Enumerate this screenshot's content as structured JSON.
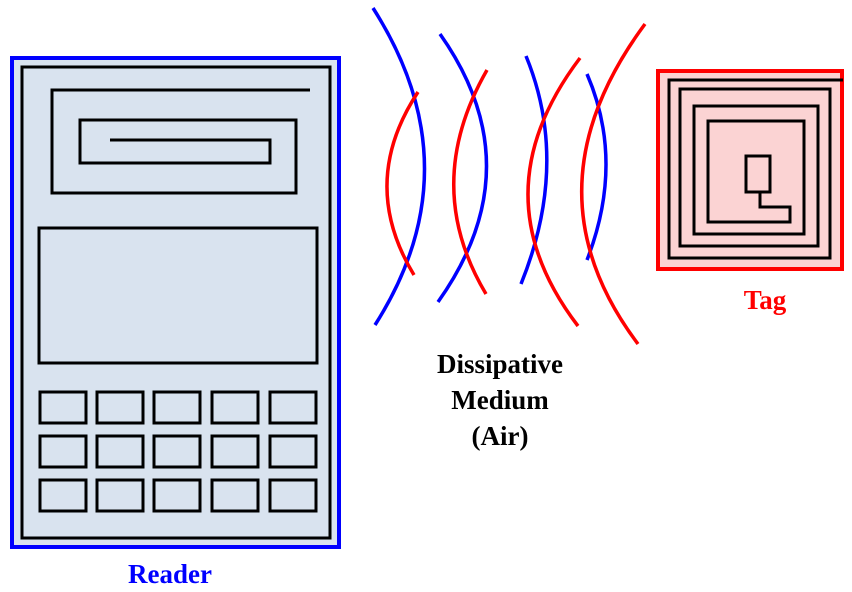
{
  "labels": {
    "reader": "Reader",
    "tag": "Tag",
    "medium_line1": "Dissipative",
    "medium_line2": "Medium",
    "medium_line3": "(Air)"
  },
  "colors": {
    "reader_outline": "#0000ff",
    "reader_fill": "#d9e3ef",
    "tag_outline": "#ff0000",
    "tag_fill": "#fbd3d3",
    "wave_blue": "#0000ff",
    "wave_red": "#ff0000",
    "ink": "#000000"
  },
  "keypad": {
    "rows": 3,
    "cols": 5
  }
}
